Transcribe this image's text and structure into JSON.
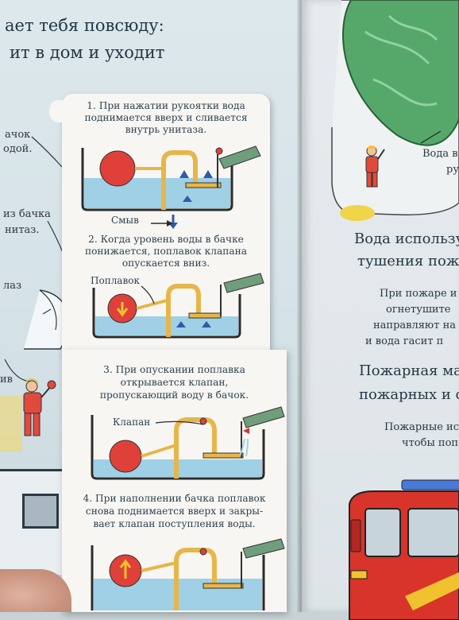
{
  "left_page": {
    "heading_line1": "ает тебя повсюду:",
    "heading_line2": "ит в дом и уходит",
    "side_text_1a": "ачок",
    "side_text_1b": "одой.",
    "side_text_2a": "из бачка",
    "side_text_2b": "нитаз.",
    "side_text_3": "лаз",
    "side_text_4": "ив"
  },
  "flap_steps": [
    {
      "caption": [
        "1. При нажатии рукоятки вода",
        "поднимается вверх и сливается",
        "внутрь унитаза."
      ],
      "label": "Смыв"
    },
    {
      "caption": [
        "2. Когда уровень воды в бачке",
        "понижается, поплавок клапана",
        "опускается вниз."
      ],
      "label": "Поплавок"
    },
    {
      "caption": [
        "3. При опускании поплавка",
        "открывается клапан,",
        "пропускающий воду в бачок."
      ],
      "label": "Клапан"
    },
    {
      "caption": [
        "4. При наполнении бачка поплавок",
        "снова поднимается вверх и закры-",
        "вает клапан поступления воды."
      ],
      "label": ""
    }
  ],
  "right_page": {
    "bubble_text_a": "Вода в",
    "bubble_text_b": "ру",
    "heading_a_line1": "Вода использу",
    "heading_a_line2": "тушения пожа",
    "para_a": [
      "При пожаре и",
      "огнетушите",
      "направляют на",
      "и вода гасит п"
    ],
    "heading_b_line1": "Пожарная ма",
    "heading_b_line2": "пожарных и с",
    "para_b": [
      "Пожарные испо",
      "чтобы попо"
    ]
  },
  "colors": {
    "water": "#9fd0e6",
    "float_ball": "#e0403a",
    "pipe": "#e6b64a",
    "handle": "#6f9e7c",
    "arrow": "#2f5aa8",
    "tank_outline": "#2b2b2b",
    "fire_truck": "#d8342a"
  }
}
